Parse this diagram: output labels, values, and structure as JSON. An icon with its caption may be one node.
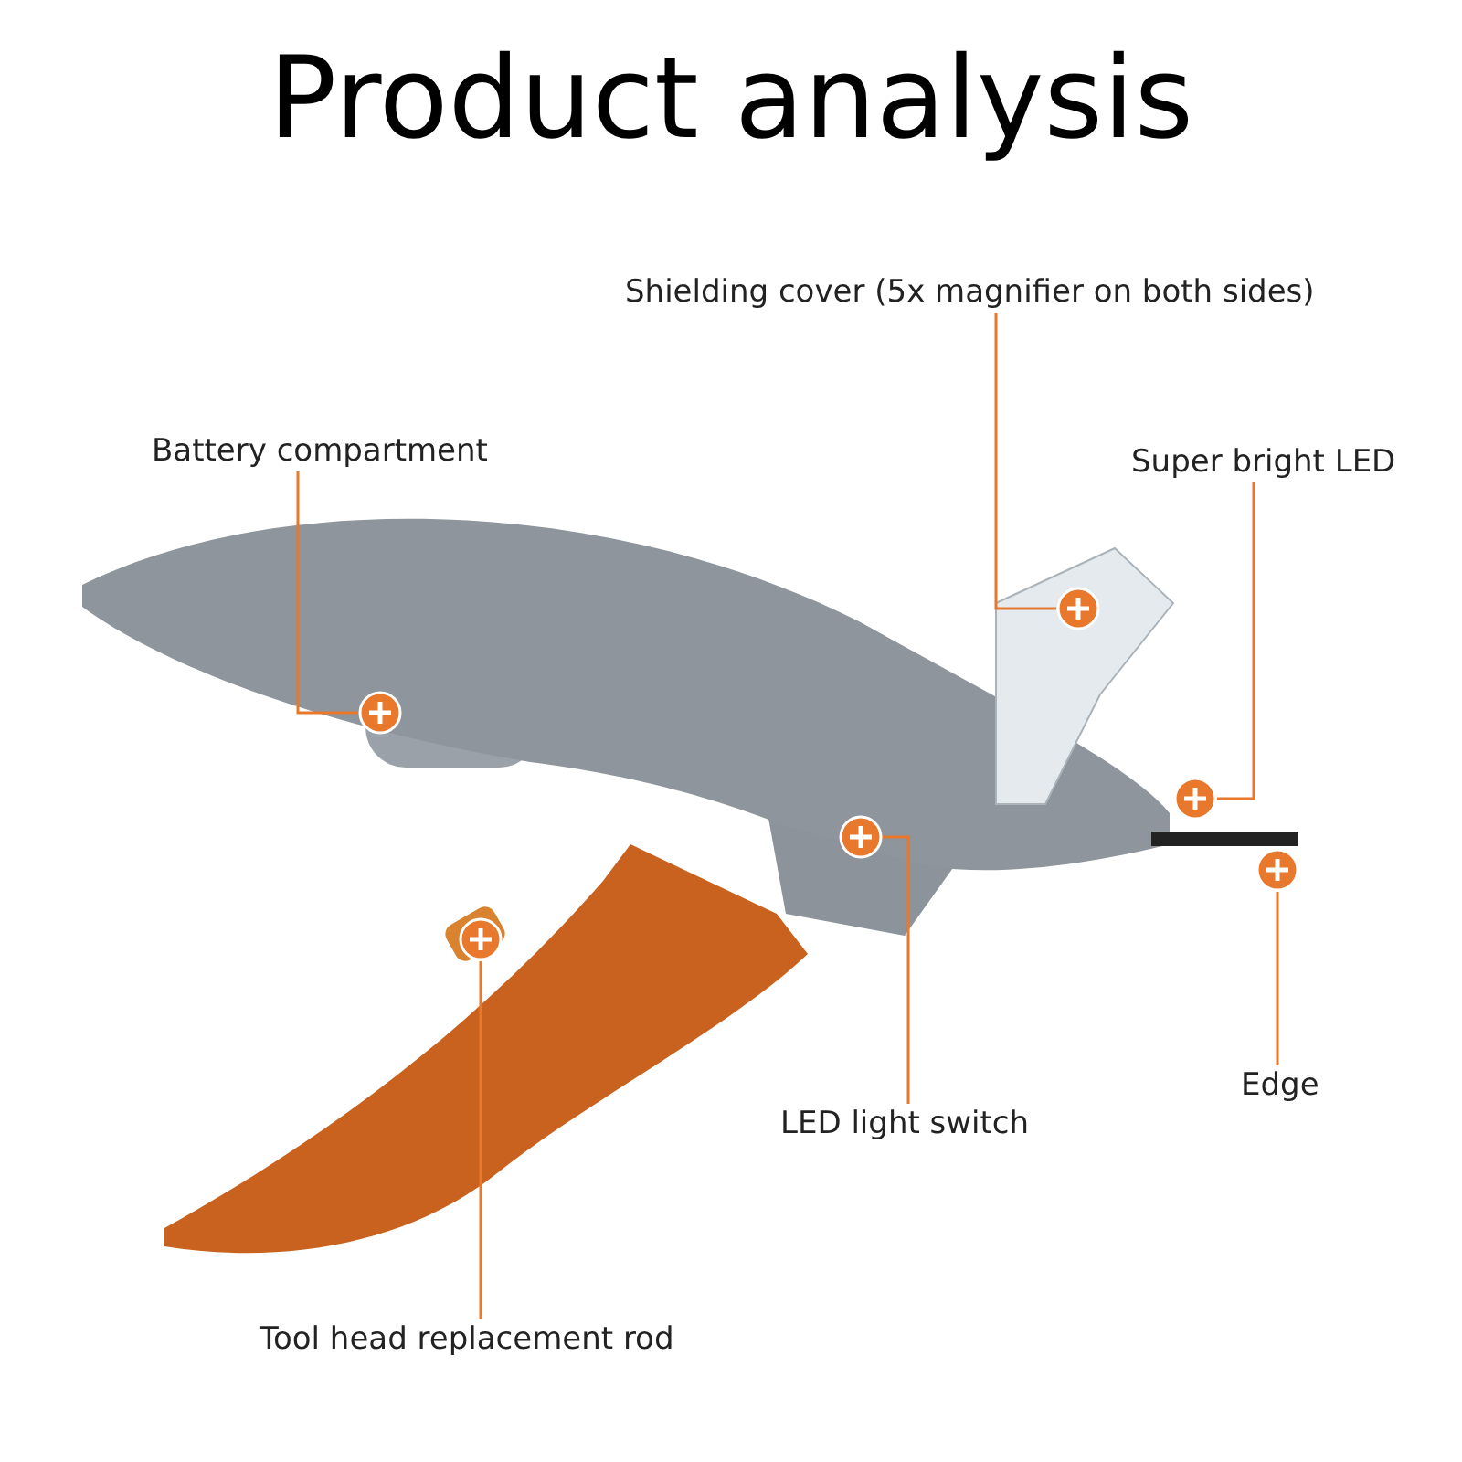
{
  "diagram": {
    "title": "Product analysis",
    "nodes": [
      {
        "text": [
          "Shielding cover (5x magnifier on both sides)"
        ]
      },
      {
        "text": [
          "Battery compartment"
        ]
      },
      {
        "text": [
          "Super bright LED"
        ]
      },
      {
        "text": [
          "LED light switch"
        ]
      },
      {
        "text": [
          "Edge"
        ]
      },
      {
        "text": [
          "Tool head replacement rod"
        ]
      },
      {
        "text": [],
        "shape": "circle"
      },
      {
        "text": [],
        "shape": "circle"
      },
      {
        "text": [],
        "shape": "circle"
      },
      {
        "text": [],
        "shape": "circle"
      },
      {
        "text": [],
        "shape": "circle"
      },
      {
        "text": [],
        "shape": "circle"
      }
    ],
    "edges": [
      {
        "from": 0,
        "to": 6,
        "arrow": "none"
      },
      {
        "from": 1,
        "to": 7,
        "arrow": "none"
      },
      {
        "from": 2,
        "to": 8,
        "arrow": "none"
      },
      {
        "from": 3,
        "to": 9,
        "arrow": "none"
      },
      {
        "from": 4,
        "to": 10,
        "arrow": "none"
      },
      {
        "from": 5,
        "to": 11,
        "arrow": "none"
      }
    ]
  }
}
